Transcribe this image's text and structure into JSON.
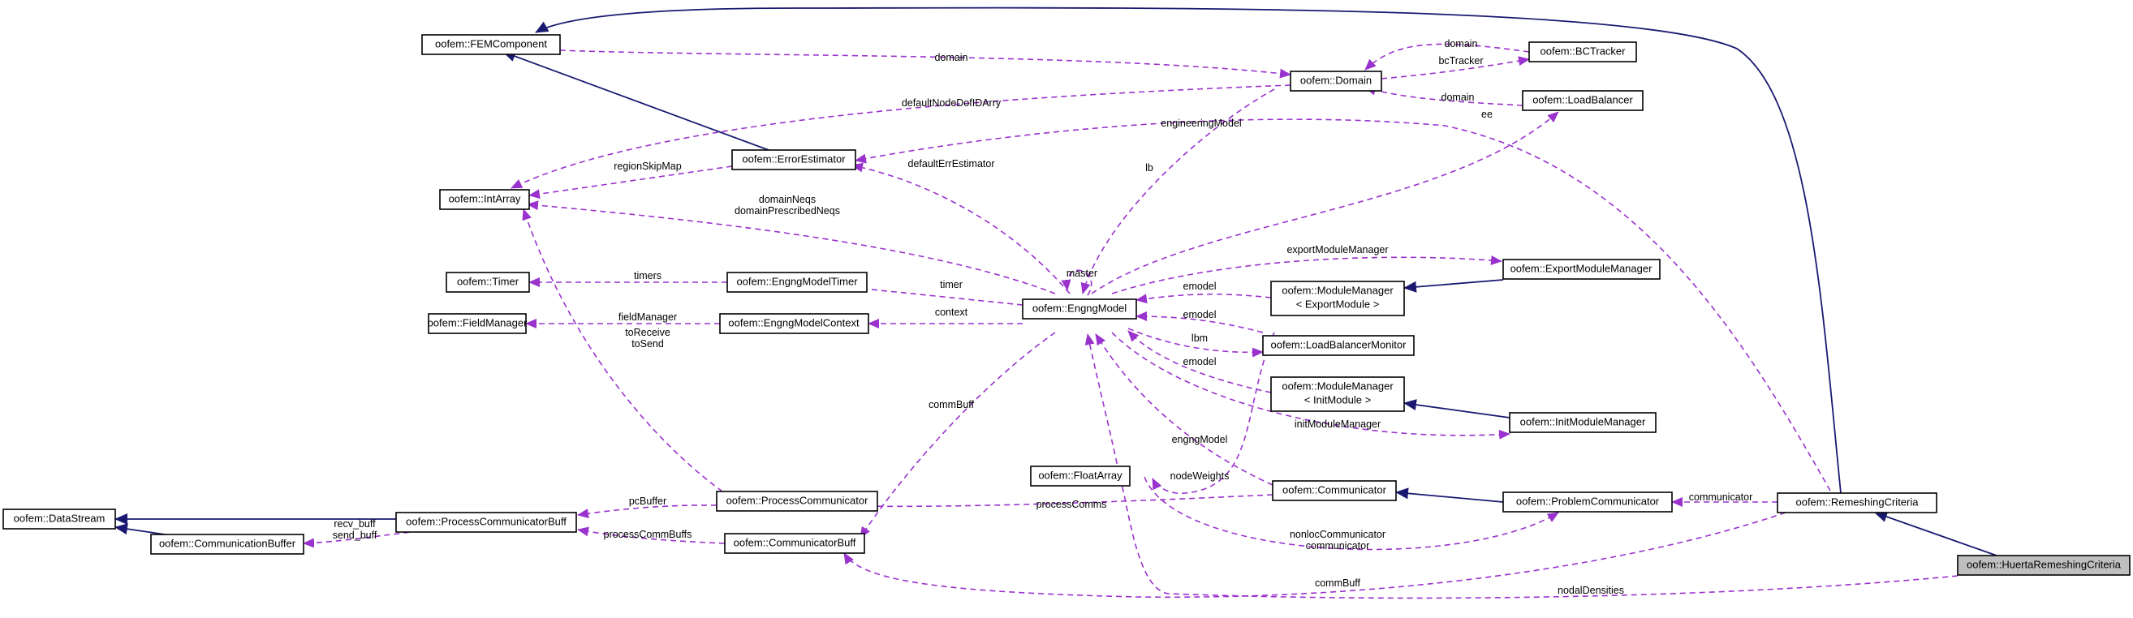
{
  "diagram": {
    "nodes": {
      "fem_component": "oofem::FEMComponent",
      "domain": "oofem::Domain",
      "bc_tracker": "oofem::BCTracker",
      "load_balancer": "oofem::LoadBalancer",
      "error_estimator": "oofem::ErrorEstimator",
      "int_array": "oofem::IntArray",
      "timer": "oofem::Timer",
      "engng_model_timer": "oofem::EngngModelTimer",
      "engng_model": "oofem::EngngModel",
      "field_manager": "oofem::FieldManager",
      "engng_model_context": "oofem::EngngModelContext",
      "export_module_manager": "oofem::ExportModuleManager",
      "module_manager_export_l1": "oofem::ModuleManager",
      "module_manager_export_l2": "< ExportModule >",
      "load_balancer_monitor": "oofem::LoadBalancerMonitor",
      "module_manager_init_l1": "oofem::ModuleManager",
      "module_manager_init_l2": "< InitModule >",
      "init_module_manager": "oofem::InitModuleManager",
      "float_array": "oofem::FloatArray",
      "communicator": "oofem::Communicator",
      "problem_communicator": "oofem::ProblemCommunicator",
      "remeshing_criteria": "oofem::RemeshingCriteria",
      "huerta_remeshing_criteria": "oofem::HuertaRemeshingCriteria",
      "data_stream": "oofem::DataStream",
      "process_communicator_buff": "oofem::ProcessCommunicatorBuff",
      "communication_buffer": "oofem::CommunicationBuffer",
      "process_communicator": "oofem::ProcessCommunicator",
      "communicator_buff": "oofem::CommunicatorBuff"
    },
    "edge_labels": {
      "domain": "domain",
      "bc_tracker_domain": "domain",
      "bc_tracker": "bcTracker",
      "load_balancer_domain": "domain",
      "default_node_dof_id_arry": "defaultNodeDofIDArry",
      "engineering_model": "engineeringModel",
      "ee": "ee",
      "region_skip_map": "regionSkipMap",
      "default_err_estimator": "defaultErrEstimator",
      "lb": "lb",
      "domain_neqs": "domainNeqs",
      "domain_prescribed_neqs": "domainPrescribedNeqs",
      "master": "master",
      "export_module_manager": "exportModuleManager",
      "timers": "timers",
      "timer": "timer",
      "emodel_1": "emodel",
      "field_manager": "fieldManager",
      "context": "context",
      "emodel_2": "emodel",
      "lbm": "lbm",
      "to_receive": "toReceive",
      "to_send": "toSend",
      "emodel_3": "emodel",
      "init_module_manager": "initModuleManager",
      "comm_buff_1": "commBuff",
      "engng_model": "engngModel",
      "node_weights": "nodeWeights",
      "pc_buffer": "pcBuffer",
      "process_comms": "processComms",
      "communicator": "communicator",
      "recv_buff": "recv_buff",
      "send_buff": "send_buff",
      "process_comm_buffs": "processCommBuffs",
      "nonloc_communicator": "nonlocCommunicator",
      "communicator_2": "communicator",
      "comm_buff_2": "commBuff",
      "nodal_densities": "nodalDensities"
    }
  }
}
